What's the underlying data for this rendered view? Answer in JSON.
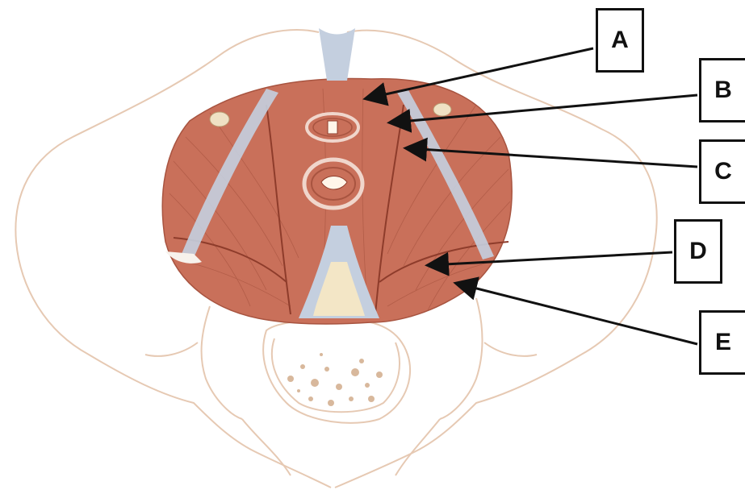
{
  "labels": {
    "a": "A",
    "b": "B",
    "c": "C",
    "d": "D",
    "e": "E"
  },
  "colors": {
    "muscle": "#c9705a",
    "muscle_dark": "#8e3c2b",
    "bone_outline": "#e6c9b3",
    "ligament": "#c4cfdf",
    "bone_fill": "#f7eee4",
    "arrow": "#111111"
  }
}
